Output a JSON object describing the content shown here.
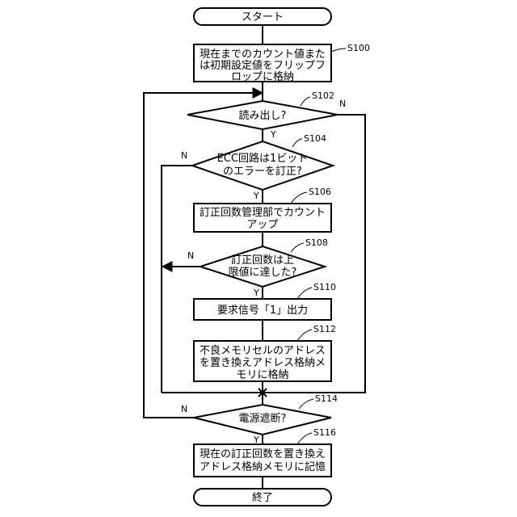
{
  "terminals": {
    "start": "スタート",
    "end": "終了"
  },
  "steps": {
    "s100": {
      "label": "S100",
      "lines": [
        "現在までのカウント値また",
        "は初期設定値をフリップフ",
        "ロップに格納"
      ]
    },
    "s102": {
      "label": "S102",
      "lines": [
        "読み出し?"
      ]
    },
    "s104": {
      "label": "S104",
      "lines": [
        "ECC回路は1ビット",
        "のエラーを訂正?"
      ]
    },
    "s106": {
      "label": "S106",
      "lines": [
        "訂正回数管理部でカウント",
        "アップ"
      ]
    },
    "s108": {
      "label": "S108",
      "lines": [
        "訂正回数は上",
        "限値に達した?"
      ]
    },
    "s110": {
      "label": "S110",
      "lines": [
        "要求信号「1」出力"
      ]
    },
    "s112": {
      "label": "S112",
      "lines": [
        "不良メモリセルのアドレス",
        "を置き換えアドレス格納メ",
        "モリに格納"
      ]
    },
    "s114": {
      "label": "S114",
      "lines": [
        "電源遮断?"
      ]
    },
    "s116": {
      "label": "S116",
      "lines": [
        "現在の訂正回数を置き換え",
        "アドレス格納メモリに記憶"
      ]
    }
  },
  "branches": {
    "yes": "Y",
    "no": "N"
  }
}
